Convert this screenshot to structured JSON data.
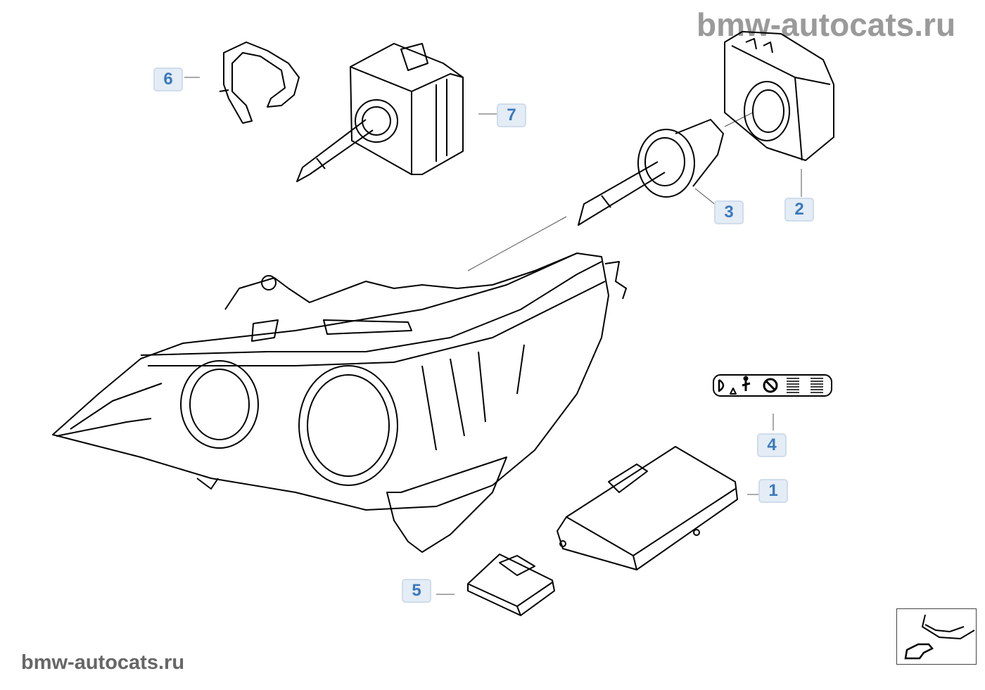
{
  "watermark_top": "bmw-autocats.ru",
  "watermark_bottom": "bmw-autocats.ru",
  "callouts": {
    "c1": "1",
    "c2": "2",
    "c3": "3",
    "c4": "4",
    "c5": "5",
    "c6": "6",
    "c7": "7"
  },
  "label_symbols": "D",
  "colors": {
    "callout_text": "#3b79bd",
    "callout_bg": "#e4ecf5",
    "line": "#000000"
  }
}
